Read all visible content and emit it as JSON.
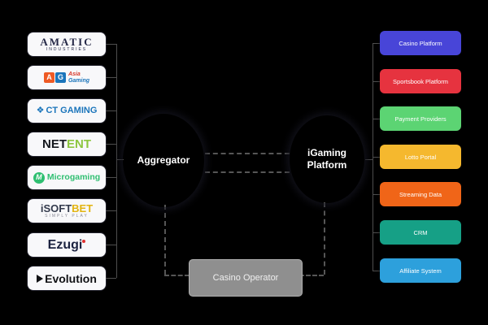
{
  "diagram": {
    "background": "#000000",
    "line_color": "#4e4e4e",
    "aggregator": {
      "label": "Aggregator",
      "color": "#4b42dd"
    },
    "platform": {
      "label": "iGaming Platform",
      "color": "#4b42dd"
    },
    "operator": {
      "label": "Casino Operator",
      "color": "#8f8f8f"
    },
    "providers": [
      {
        "name": "Amatic Industries",
        "icon": "none",
        "segments": [
          {
            "t": "AMATIC",
            "c": "#232746",
            "serif": true,
            "b": true
          }
        ],
        "sub": "INDUSTRIES",
        "sub_color": "#232746"
      },
      {
        "name": "Asia Gaming",
        "icon": "ag-squares",
        "icon_colors": [
          "#ee5a24",
          "#1b75bb"
        ],
        "icon_letters": [
          "A",
          "G"
        ],
        "stack": true,
        "segments": [
          {
            "t": "Asia",
            "c": "#d93a2b",
            "i": true,
            "b": true
          },
          {
            "t": "Gaming",
            "c": "#1b75bb",
            "i": true,
            "b": true
          }
        ]
      },
      {
        "name": "CT Gaming",
        "icon": "ct-emblem",
        "icon_colors": [
          "#1b75bb"
        ],
        "icon_glyph": "❖",
        "segments": [
          {
            "t": "CT GAMING",
            "c": "#1b75bb",
            "b": true
          }
        ]
      },
      {
        "name": "NetEnt",
        "icon": "none",
        "segments": [
          {
            "t": "NET",
            "c": "#15181e",
            "b": true
          },
          {
            "t": "ENT",
            "c": "#8dc63f",
            "b": true
          }
        ]
      },
      {
        "name": "Microgaming",
        "icon": "mg-circle",
        "icon_colors": [
          "#2fbf71"
        ],
        "icon_letters": [
          "M"
        ],
        "segments": [
          {
            "t": "Microgaming",
            "c": "#2fbf71",
            "b": true
          }
        ]
      },
      {
        "name": "iSoftBet",
        "icon": "none",
        "segments": [
          {
            "t": "iSOFT",
            "c": "#343b4d",
            "b": true
          },
          {
            "t": "BET",
            "c": "#e2b411",
            "b": true
          }
        ],
        "sub": "SIMPLY PLAY",
        "sub_color": "#8a8a96"
      },
      {
        "name": "Ezugi",
        "icon": "red-dot",
        "icon_colors": [
          "#e03131"
        ],
        "segments": [
          {
            "t": "Ezugi",
            "c": "#1c2340",
            "b": true
          }
        ]
      },
      {
        "name": "Evolution",
        "icon": "evo-arrow",
        "icon_colors": [
          "#101114"
        ],
        "segments": [
          {
            "t": "Evolution",
            "c": "#101114",
            "b": true
          }
        ]
      }
    ],
    "components": [
      {
        "label": "Casino Platform",
        "color": "#4845d8",
        "text_color": "#ffffff"
      },
      {
        "label": "Sportsbook Platform",
        "color": "#e6333f",
        "text_color": "#ffffff"
      },
      {
        "label": "Payment Providers",
        "color": "#5cd473",
        "text_color": "#ffffff"
      },
      {
        "label": "Lotto Portal",
        "color": "#f5b82e",
        "text_color": "#ffffff"
      },
      {
        "label": "Streaming Data",
        "color": "#f06518",
        "text_color": "#ffffff"
      },
      {
        "label": "CRM",
        "color": "#16a086",
        "text_color": "#ffffff"
      },
      {
        "label": "Affiliate System",
        "color": "#2da0dc",
        "text_color": "#ffffff"
      }
    ]
  }
}
